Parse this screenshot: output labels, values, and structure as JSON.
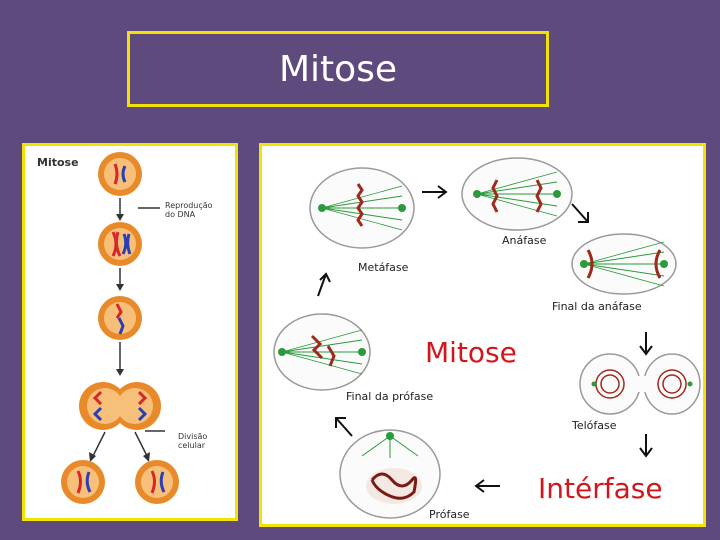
{
  "slide": {
    "title": "Mitose"
  },
  "left_panel": {
    "heading": "Mitose",
    "label_replication_1": "Reprodução",
    "label_replication_2": "do DNA",
    "label_division_1": "Divisão",
    "label_division_2": "celular"
  },
  "right_panel": {
    "center_title": "Mitose",
    "interphase_title": "Intérfase",
    "stages": {
      "metaphase": "Metáfase",
      "anaphase": "Anáfase",
      "late_anaphase": "Final da anáfase",
      "telophase": "Telófase",
      "prophase": "Prófase",
      "late_prophase": "Final da prófase"
    }
  },
  "colors": {
    "background": "#5e4a7c",
    "frame": "#f2e400",
    "cell_fill": "#f6c07a",
    "cell_ring": "#e88a2a",
    "chromosome_red": "#d8262a",
    "chromosome_blue": "#2a3fb5",
    "spindle_green": "#2a9a3a",
    "title_red": "#d0181c"
  }
}
